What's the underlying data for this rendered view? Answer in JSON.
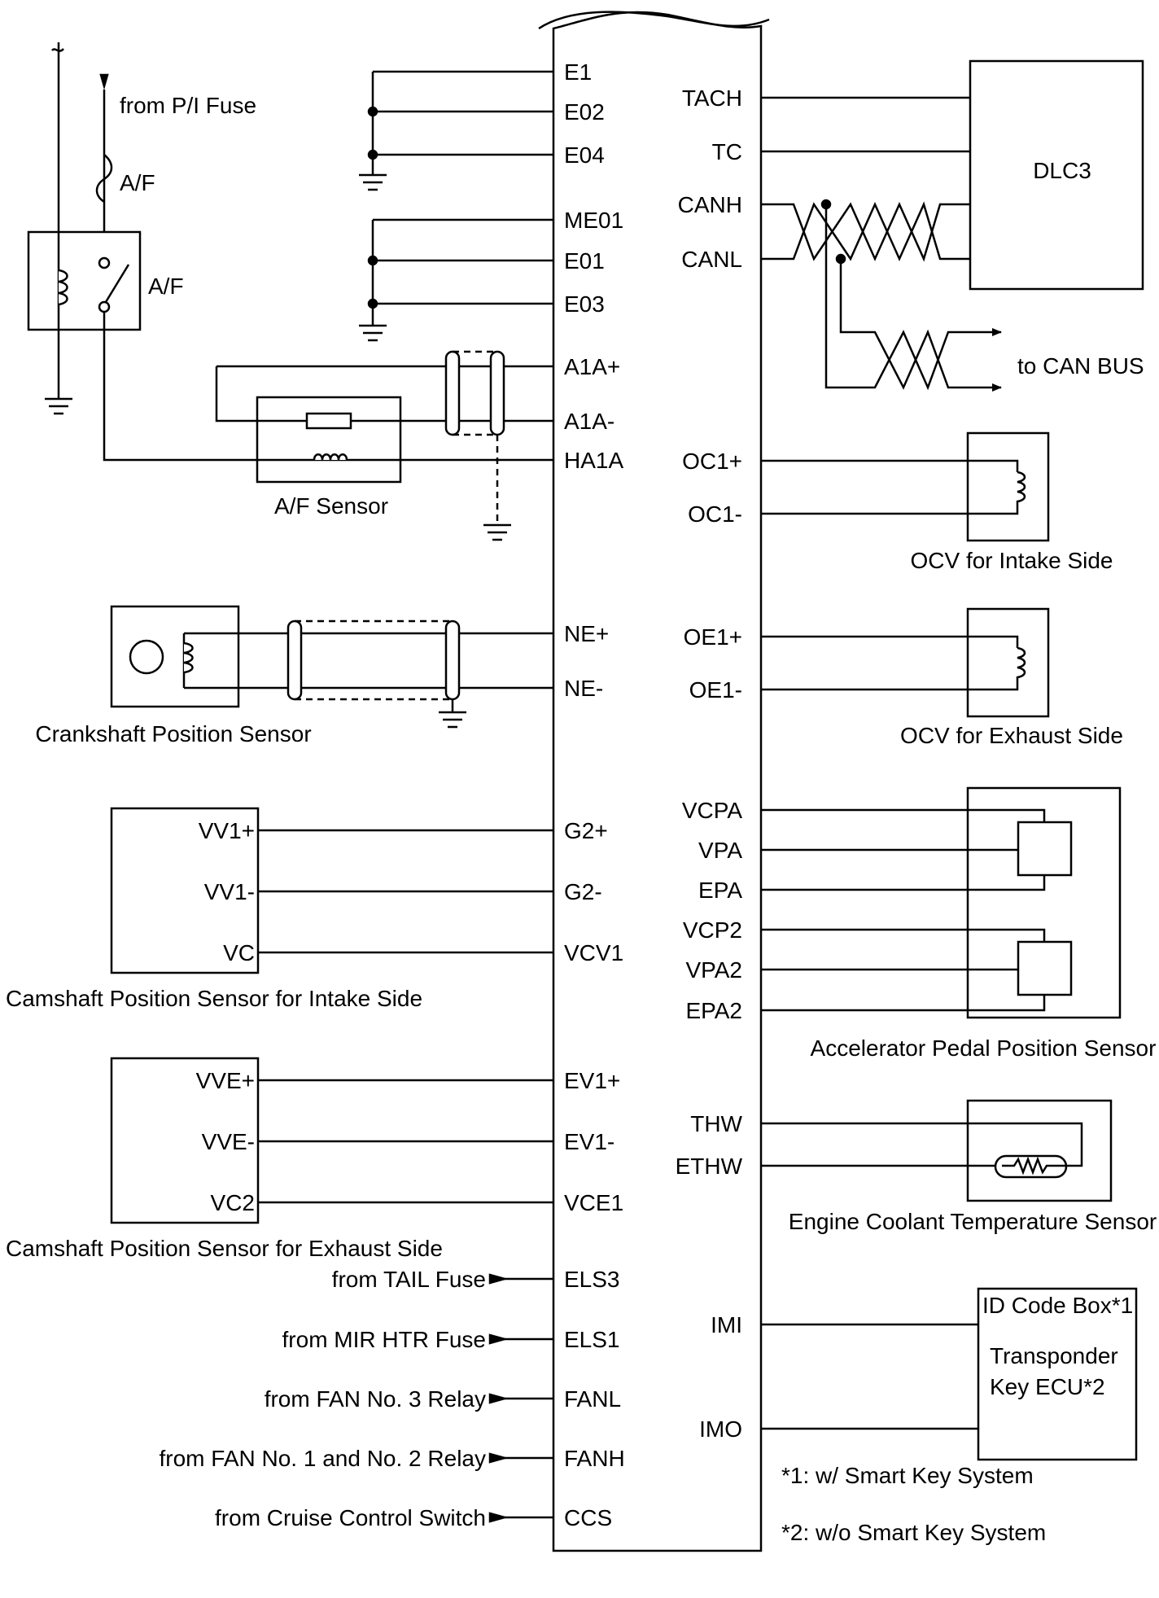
{
  "ecu_left_pins": [
    "E1",
    "E02",
    "E04",
    "ME01",
    "E01",
    "E03",
    "A1A+",
    "A1A-",
    "HA1A",
    "NE+",
    "NE-",
    "G2+",
    "G2-",
    "VCV1",
    "EV1+",
    "EV1-",
    "VCE1",
    "ELS3",
    "ELS1",
    "FANL",
    "FANH",
    "CCS"
  ],
  "ecu_right_pins": [
    "TACH",
    "TC",
    "CANH",
    "CANL",
    "OC1+",
    "OC1-",
    "OE1+",
    "OE1-",
    "VCPA",
    "VPA",
    "EPA",
    "VCP2",
    "VPA2",
    "EPA2",
    "THW",
    "ETHW",
    "IMI",
    "IMO"
  ],
  "power": {
    "from": "from P/I Fuse",
    "fuse": "A/F",
    "relay": "A/F"
  },
  "af_sensor": {
    "label": "A/F Sensor"
  },
  "crankshaft": {
    "label": "Crankshaft Position Sensor"
  },
  "cam_intake": {
    "label": "Camshaft Position Sensor for Intake Side",
    "pins": [
      "VV1+",
      "VV1-",
      "VC"
    ]
  },
  "cam_exhaust": {
    "label": "Camshaft Position Sensor for Exhaust Side",
    "pins": [
      "VVE+",
      "VVE-",
      "VC2"
    ]
  },
  "inputs": [
    "from TAIL Fuse",
    "from MIR HTR Fuse",
    "from FAN No. 3 Relay",
    "from FAN No. 1 and No. 2 Relay",
    "from Cruise Control Switch"
  ],
  "dlc3": {
    "label": "DLC3"
  },
  "can_bus": {
    "label": "to CAN BUS"
  },
  "ocv_intake": {
    "label": "OCV for Intake Side"
  },
  "ocv_exhaust": {
    "label": "OCV for Exhaust Side"
  },
  "accel_pedal": {
    "label": "Accelerator Pedal Position Sensor"
  },
  "coolant": {
    "label": "Engine Coolant Temperature Sensor"
  },
  "id_box": {
    "line1": "ID Code Box*1",
    "line2": "Transponder",
    "line3": "Key ECU*2"
  },
  "notes": [
    "*1: w/ Smart Key System",
    "*2: w/o Smart Key System"
  ]
}
